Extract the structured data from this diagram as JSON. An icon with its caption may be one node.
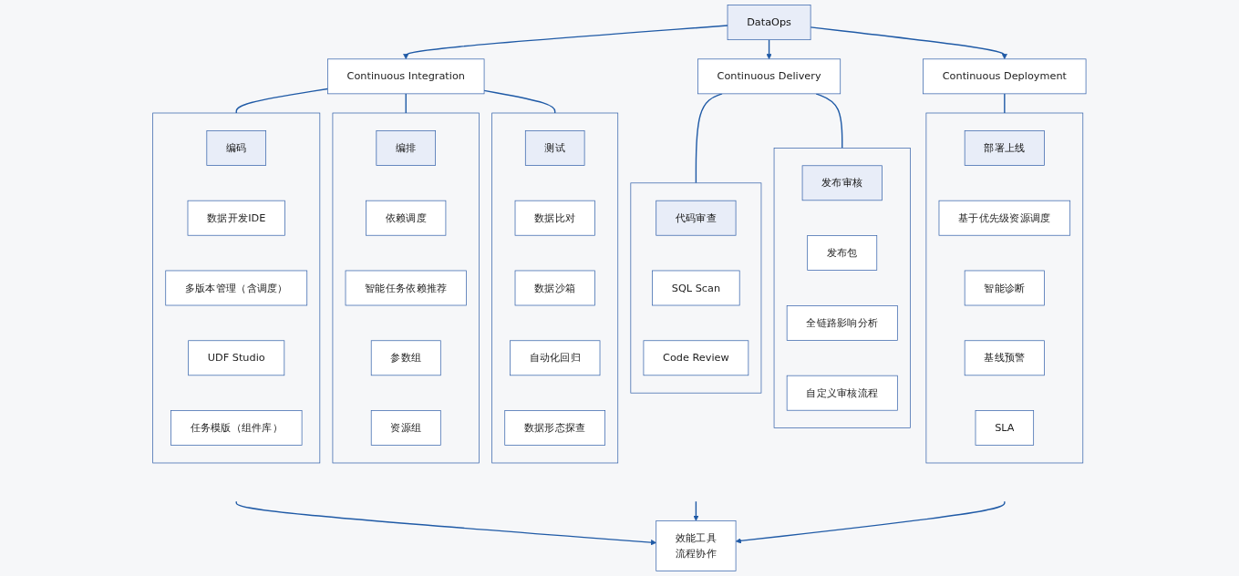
{
  "diagram": {
    "nodes": [
      {
        "text": [
          "DataOps"
        ]
      },
      {
        "text": [
          "Continuous Integration"
        ]
      },
      {
        "text": [
          "Continuous Delivery"
        ]
      },
      {
        "text": [
          "Continuous Deployment"
        ]
      },
      {
        "text": [],
        "shape": "box"
      },
      {
        "text": [
          "编码"
        ],
        "in": 4
      },
      {
        "text": [
          "数据开发IDE"
        ],
        "in": 4
      },
      {
        "text": [
          "多版本管理（含调度）"
        ],
        "in": 4
      },
      {
        "text": [
          "UDF Studio"
        ],
        "in": 4
      },
      {
        "text": [
          "任务模版（组件库）"
        ],
        "in": 4
      },
      {
        "text": [],
        "shape": "box"
      },
      {
        "text": [
          "编排"
        ],
        "in": 10
      },
      {
        "text": [
          "依赖调度"
        ],
        "in": 10
      },
      {
        "text": [
          "智能任务依赖推荐"
        ],
        "in": 10
      },
      {
        "text": [
          "参数组"
        ],
        "in": 10
      },
      {
        "text": [
          "资源组"
        ],
        "in": 10
      },
      {
        "text": [],
        "shape": "box"
      },
      {
        "text": [
          "测试"
        ],
        "in": 16
      },
      {
        "text": [
          "数据比对"
        ],
        "in": 16
      },
      {
        "text": [
          "数据沙箱"
        ],
        "in": 16
      },
      {
        "text": [
          "自动化回归"
        ],
        "in": 16
      },
      {
        "text": [
          "数据形态探查"
        ],
        "in": 16
      },
      {
        "text": [],
        "shape": "box"
      },
      {
        "text": [
          "代码审查"
        ],
        "in": 22
      },
      {
        "text": [
          "SQL Scan"
        ],
        "in": 22
      },
      {
        "text": [
          "Code Review"
        ],
        "in": 22
      },
      {
        "text": [],
        "shape": "box"
      },
      {
        "text": [
          "发布审核"
        ],
        "in": 26
      },
      {
        "text": [
          "发布包"
        ],
        "in": 26
      },
      {
        "text": [
          "全链路影响分析"
        ],
        "in": 26
      },
      {
        "text": [
          "自定义审核流程"
        ],
        "in": 26
      },
      {
        "text": [],
        "shape": "box"
      },
      {
        "text": [
          "部署上线"
        ],
        "in": 31
      },
      {
        "text": [
          "基于优先级资源调度"
        ],
        "in": 31
      },
      {
        "text": [
          "智能诊断"
        ],
        "in": 31
      },
      {
        "text": [
          "基线预警"
        ],
        "in": 31
      },
      {
        "text": [
          "SLA"
        ],
        "in": 31
      },
      {
        "text": [
          "效能工具",
          "流程协作"
        ]
      }
    ],
    "edges": [
      {
        "from": 0,
        "to": 1,
        "arrow": "to"
      },
      {
        "from": 0,
        "to": 2,
        "arrow": "to"
      },
      {
        "from": 0,
        "to": 3,
        "arrow": "to"
      },
      {
        "from": 1,
        "to": 4,
        "arrow": "none"
      },
      {
        "from": 1,
        "to": 10,
        "arrow": "none"
      },
      {
        "from": 1,
        "to": 16,
        "arrow": "none"
      },
      {
        "from": 2,
        "to": 22,
        "arrow": "none"
      },
      {
        "from": 2,
        "to": 26,
        "arrow": "none"
      },
      {
        "from": 3,
        "to": 31,
        "arrow": "none"
      },
      {
        "from": null,
        "to": 37,
        "arrow": "to"
      },
      {
        "from": null,
        "to": 37,
        "arrow": "to"
      },
      {
        "from": null,
        "to": 37,
        "arrow": "to"
      }
    ]
  }
}
